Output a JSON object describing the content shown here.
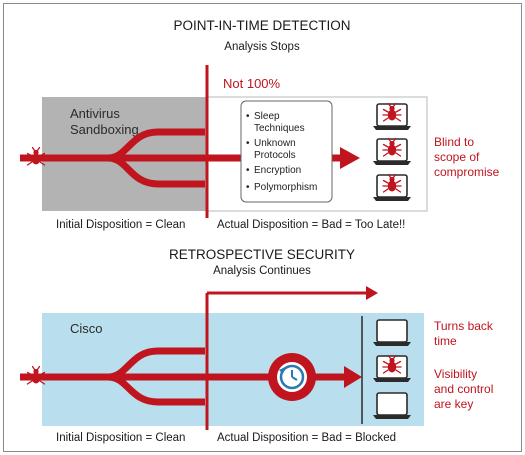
{
  "colors": {
    "accent_red": "#c0141f",
    "sandbox_gray": "#b3b3b3",
    "cisco_blue": "#b9dfee",
    "frame": "#8a8a8a"
  },
  "top": {
    "title": "POINT-IN-TIME DETECTION",
    "subtitle": "Analysis Stops",
    "not_label": "Not 100%",
    "box_label_line1": "Antivirus",
    "box_label_line2": "Sandboxing",
    "techniques": [
      "Sleep",
      "Techniques",
      "Unknown",
      "Protocols",
      "Encryption",
      "Polymorphism"
    ],
    "blind_lines": [
      "Blind to",
      "scope of",
      "compromise"
    ],
    "initial_disposition": "Initial Disposition = Clean",
    "actual_disposition": "Actual Disposition = Bad = Too Late!!"
  },
  "bottom": {
    "title": "RETROSPECTIVE SECURITY",
    "subtitle": "Analysis Continues",
    "box_label": "Cisco",
    "side_note_1": [
      "Turns back",
      "time"
    ],
    "side_note_2": [
      "Visibility",
      "and control",
      "are key"
    ],
    "initial_disposition": "Initial Disposition = Clean",
    "actual_disposition": "Actual Disposition = Bad = Blocked"
  },
  "icons": {
    "threat": "bug-icon",
    "infected_laptop": "infected-laptop-icon",
    "clean_laptop": "laptop-icon",
    "retrospection": "clock-history-icon"
  }
}
